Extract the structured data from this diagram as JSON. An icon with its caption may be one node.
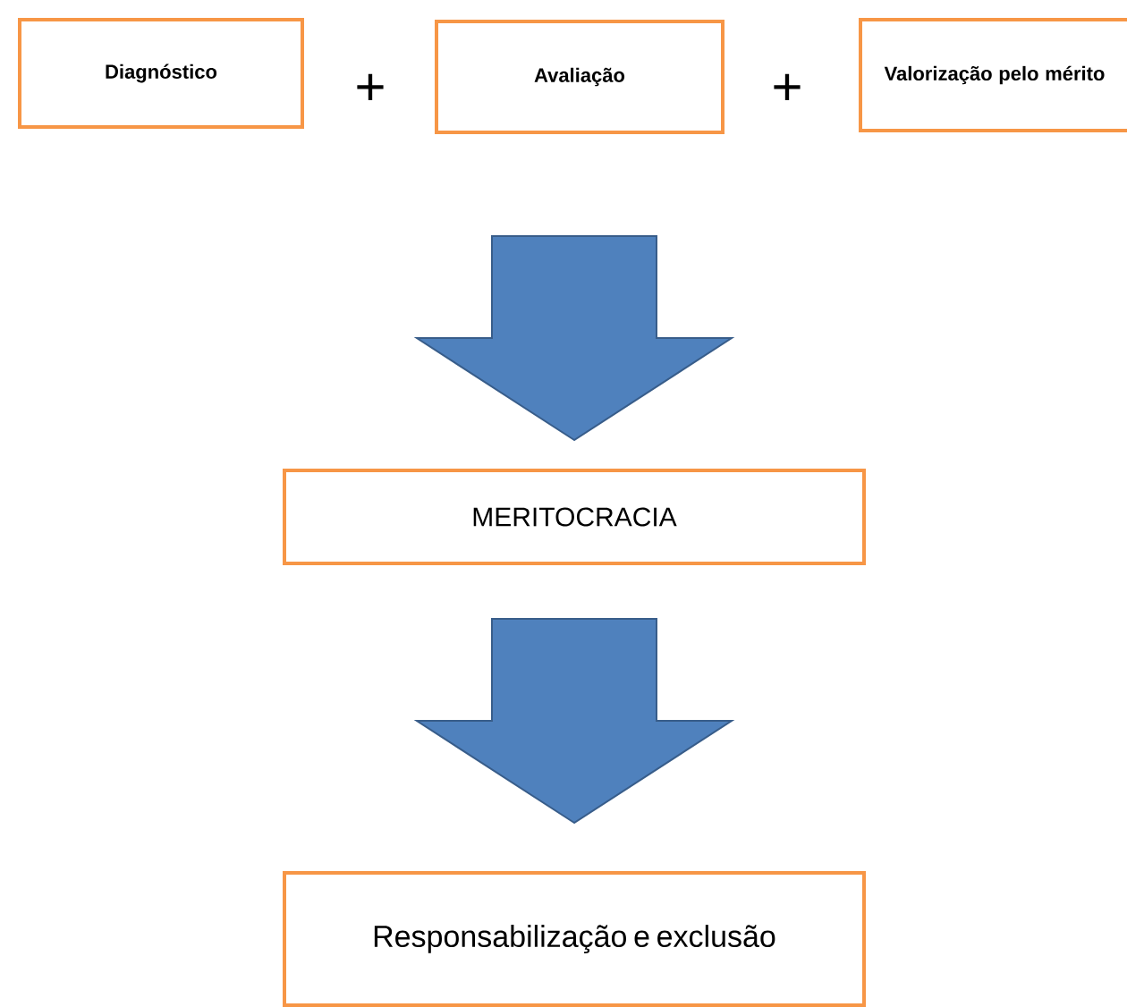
{
  "diagram": {
    "nodes": [
      {
        "text": [
          "Diagnóstico"
        ]
      },
      {
        "text": [
          "Avaliação"
        ]
      },
      {
        "text": [
          "Valorização pelo mérito"
        ]
      },
      {
        "text": [
          "MERITOCRACIA"
        ]
      },
      {
        "text": [
          "Responsabilização e exclusão"
        ]
      }
    ],
    "edges": [
      {
        "from": 1,
        "to": 3,
        "arrow": "to"
      },
      {
        "from": 3,
        "to": 4,
        "arrow": "to"
      }
    ],
    "labels": [
      "+",
      "+"
    ]
  }
}
